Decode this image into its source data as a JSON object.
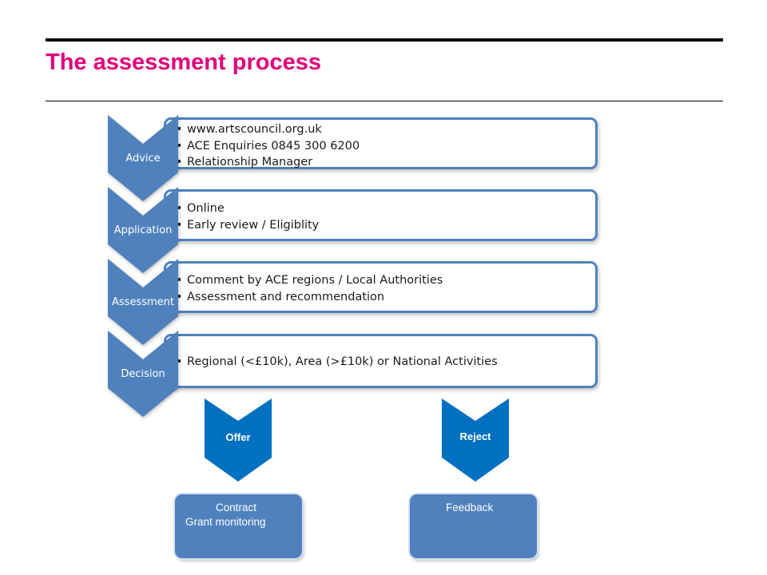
{
  "title": "The assessment process",
  "stages": [
    {
      "label": "Advice",
      "bullets": [
        "www.artscouncil.org.uk",
        "ACE Enquiries 0845 300 6200",
        "Relationship Manager"
      ]
    },
    {
      "label": "Application",
      "bullets": [
        "Online",
        "Early review / Eligiblity"
      ]
    },
    {
      "label": "Assessment",
      "bullets": [
        "Comment by ACE regions / Local Authorities",
        "Assessment and recommendation"
      ]
    },
    {
      "label": "Decision",
      "bullets": [
        "Regional (<£10k), Area (>£10k) or National Activities"
      ]
    }
  ],
  "outcomes": [
    {
      "label": "Offer",
      "lines": [
        "Contract",
        "Grant monitoring"
      ]
    },
    {
      "label": "Reject",
      "lines": [
        "Feedback"
      ]
    }
  ],
  "colors": {
    "title": "#e2007a",
    "chevron": "#4f81bd",
    "arrow": "#0070c0",
    "box_border": "#4f81bd",
    "outcome_box": "#4f81bd"
  }
}
